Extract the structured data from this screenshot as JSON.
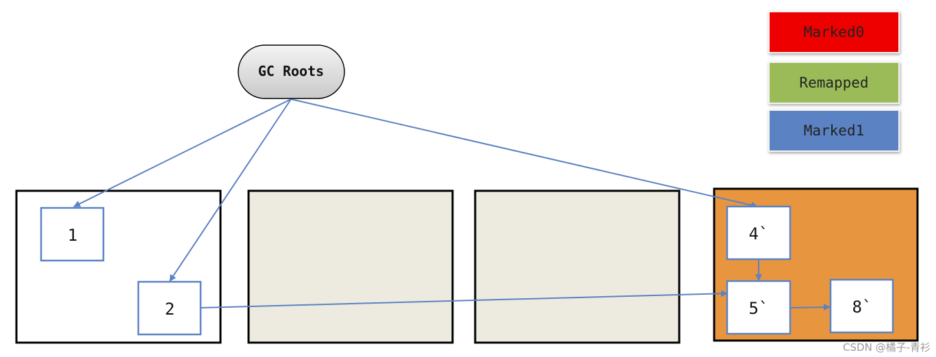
{
  "gc_roots": {
    "label": "GC Roots"
  },
  "legend": [
    {
      "label": "Marked0",
      "color": "#ee0000"
    },
    {
      "label": "Remapped",
      "color": "#9bbb59"
    },
    {
      "label": "Marked1",
      "color": "#5b82c2"
    }
  ],
  "regions": [
    {
      "fill": "#ffffff"
    },
    {
      "fill": "#edebe0"
    },
    {
      "fill": "#edebe0"
    },
    {
      "fill": "#e8953f"
    }
  ],
  "nodes": [
    {
      "id": "1",
      "label": "1"
    },
    {
      "id": "2",
      "label": "2"
    },
    {
      "id": "4",
      "label": "4`"
    },
    {
      "id": "5",
      "label": "5`"
    },
    {
      "id": "8",
      "label": "8`"
    }
  ],
  "colors": {
    "arrow": "#5b82c2",
    "node_border": "#5b82c2"
  },
  "watermark": "CSDN @橘子-青衫"
}
